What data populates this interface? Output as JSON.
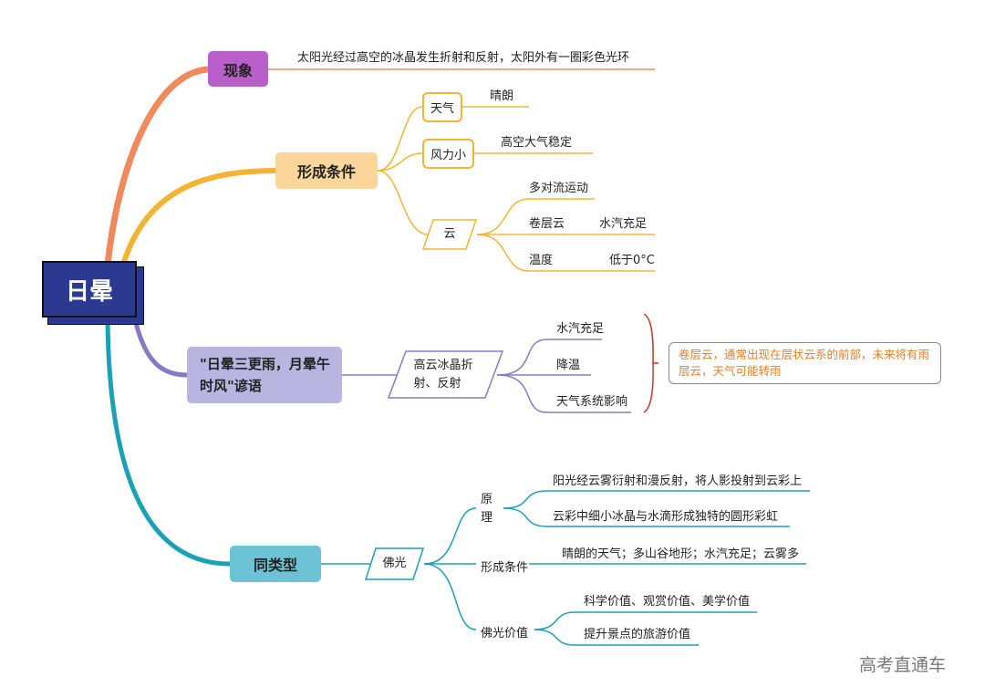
{
  "root": {
    "label": "日晕"
  },
  "colors": {
    "root": "#2b3990",
    "phenomenon": "#f08a5d",
    "conditions": "#f5b335",
    "proverb": "#857bc4",
    "similar": "#1ba1b3",
    "note_text": "#e67e22",
    "bracket": "#c0392b"
  },
  "phenomenon": {
    "label": "现象",
    "text": "太阳光经过高空的冰晶发生折射和反射，太阳外有一圈彩色光环"
  },
  "conditions": {
    "label": "形成条件",
    "weather": {
      "label": "天气",
      "value": "晴朗"
    },
    "wind": {
      "label": "风力小",
      "value": "高空大气稳定"
    },
    "cloud": {
      "label": "云",
      "items": [
        {
          "label": "多对流运动"
        },
        {
          "label": "卷层云",
          "value": "水汽充足"
        },
        {
          "label": "温度",
          "value": "低于0°C"
        }
      ]
    }
  },
  "proverb": {
    "label": "\"日晕三更雨，月晕午时风\"谚语",
    "reason": "高云冰晶折射、反射",
    "items": [
      "水汽充足",
      "降温",
      "天气系统影响"
    ],
    "note": "卷层云，通常出现在层状云系的前部，未来将有雨层云，天气可能转雨"
  },
  "similar": {
    "label": "同类型",
    "type": "佛光",
    "principle": {
      "label": "原理",
      "items": [
        "阳光经云雾衍射和漫反射，将人影投射到云彩上",
        "云彩中细小冰晶与水滴形成独特的圆形彩虹"
      ]
    },
    "conditions": {
      "label": "形成条件",
      "text": "晴朗的天气；多山谷地形；水汽充足；云雾多"
    },
    "value": {
      "label": "佛光价值",
      "items": [
        "科学价值、观赏价值、美学价值",
        "提升景点的旅游价值"
      ]
    }
  },
  "watermark": "高考直通车"
}
